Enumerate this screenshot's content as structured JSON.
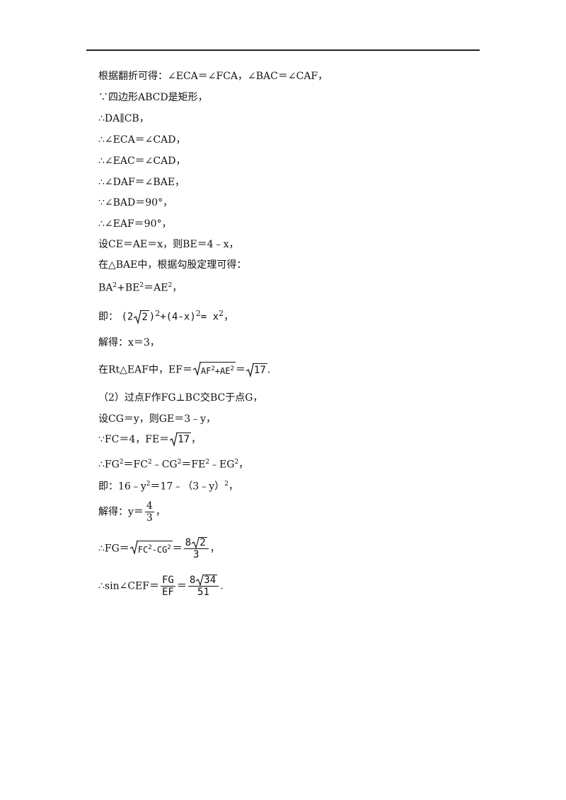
{
  "lines": [
    {
      "t": "根据翻折可得：∠ECA＝∠FCA，∠BAC＝∠CAF，"
    },
    {
      "t": "∵四边形ABCD是矩形，"
    },
    {
      "t": "∴DA∥CB，"
    },
    {
      "t": "∴∠ECA＝∠CAD，"
    },
    {
      "t": "∴∠EAC＝∠CAD，"
    },
    {
      "t": "∴∠DAF＝∠BAE，"
    },
    {
      "t": "∵∠BAD＝90°，"
    },
    {
      "t": "∴∠EAF＝90°，"
    },
    {
      "t": "设CE＝AE＝x，则BE＝4﹣x，"
    },
    {
      "t": "在△BAE中，根据勾股定理可得："
    }
  ],
  "eq_pythag": {
    "a": "BA",
    "b": "+BE",
    "c": "＝AE",
    "tail": "，"
  },
  "eq_ji": {
    "prefix": "即：",
    "p1": "(2",
    "r1": "2",
    "p2": ")",
    "p3": "+(4-x)",
    "p4": "= x",
    "tail": "，"
  },
  "eq_x": {
    "text": "解得：x＝3，"
  },
  "eq_ef": {
    "prefix": "在Rt△EAF中，EF＝",
    "rad": "AF",
    "rad2": "+AE",
    "eq": "＝",
    "val": "17",
    "tail": "."
  },
  "part2": [
    {
      "t": "（2）过点F作FG⊥BC交BC于点G，"
    },
    {
      "t": "设CG＝y，则GE＝3﹣y，"
    }
  ],
  "eq_fc": {
    "prefix": "∵FC＝4，FE＝",
    "val": "17",
    "tail": "，"
  },
  "eq_fg2": {
    "a": "∴FG",
    "b": "＝FC",
    "c": "﹣CG",
    "d": "＝FE",
    "e": "﹣EG",
    "tail": "，"
  },
  "eq_ji2": {
    "a": "即：16﹣y",
    "b": "＝17﹣（3﹣y）",
    "tail": "，"
  },
  "eq_y": {
    "prefix": "解得：y＝",
    "num": "4",
    "den": "3",
    "tail": "，"
  },
  "eq_fg": {
    "prefix": "∴FG＝",
    "rad": "FC",
    "rad2": "-CG",
    "eq": "＝",
    "num_a": "8",
    "num_r": "2",
    "den": "3",
    "tail": "，"
  },
  "eq_sin": {
    "prefix": "∴sin∠CEF＝",
    "num": "FG",
    "den": "EF",
    "eq": "＝",
    "num_a": "8",
    "num_r": "34",
    "den2": "51",
    "tail": "."
  },
  "sup2": "2"
}
